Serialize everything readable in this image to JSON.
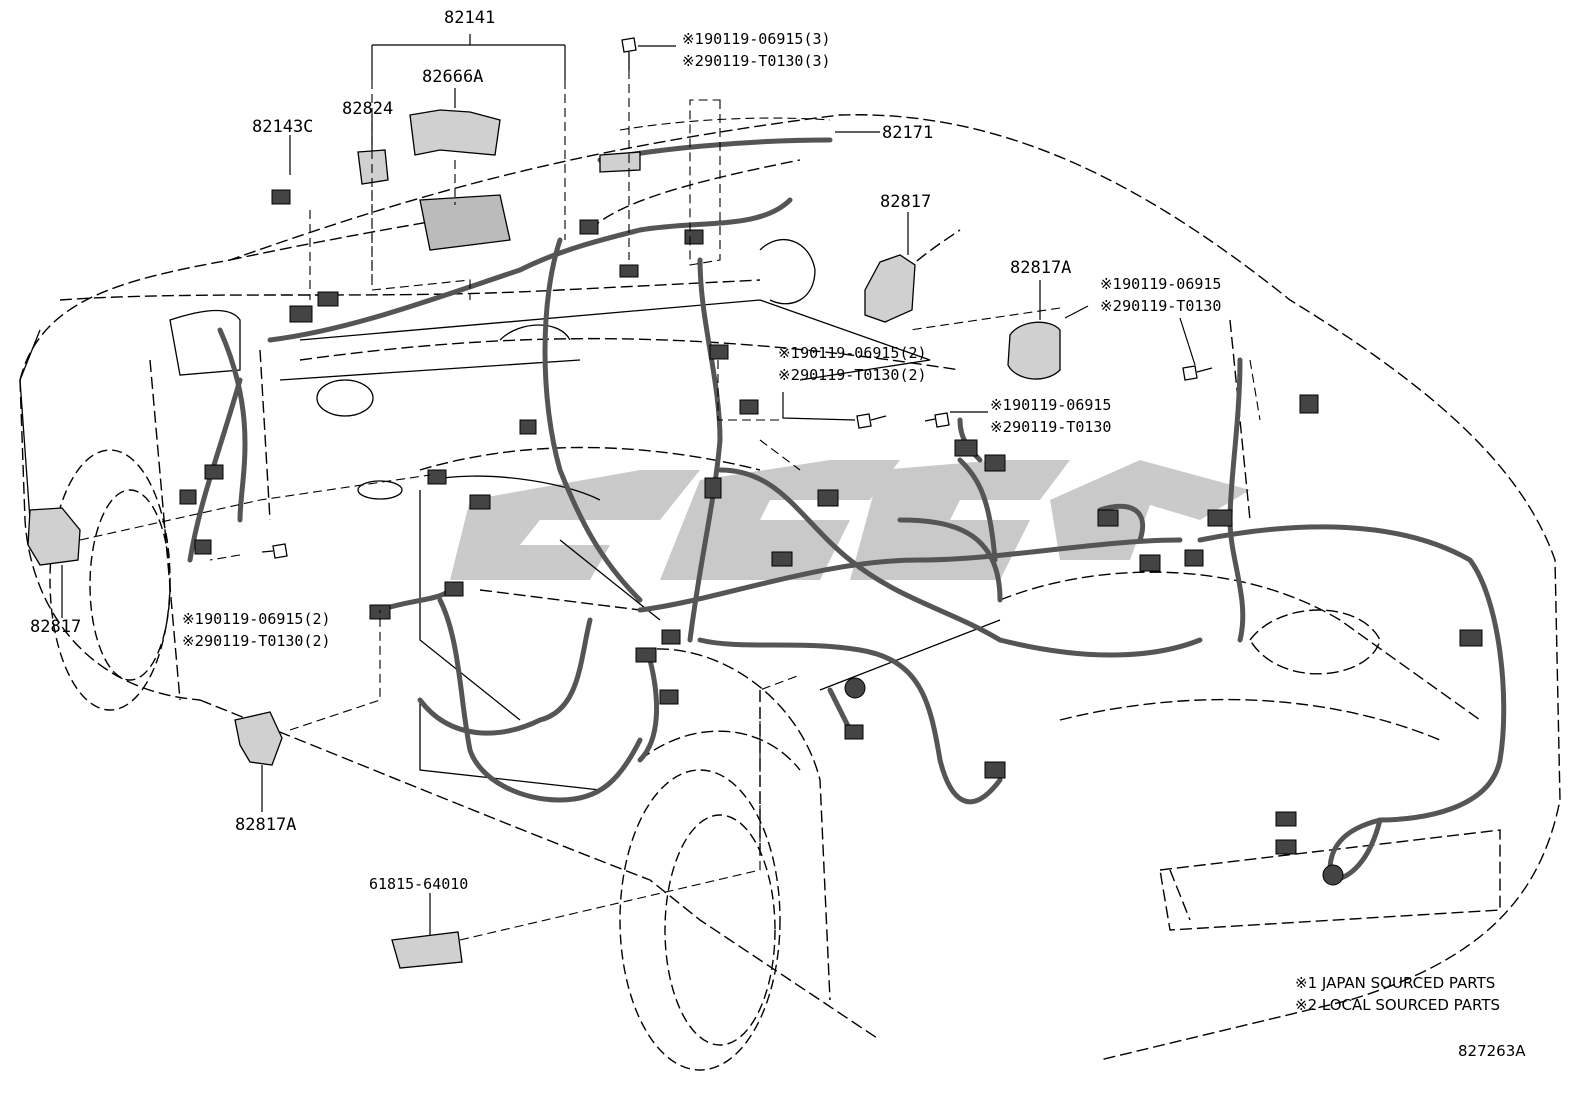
{
  "mark1": "※1",
  "mark2": "※2",
  "parts": {
    "p82141": "82141",
    "p82666A": "82666A",
    "p82824": "82824",
    "p82143C": "82143C",
    "p82171": "82171",
    "p82817_right": "82817",
    "p82817A_right": "82817A",
    "p82817_left": "82817",
    "p82817A_left": "82817A",
    "p61815": "61815-64010"
  },
  "bolts": {
    "top": {
      "jp": "90119-06915(3)",
      "local": "90119-T0130(3)"
    },
    "right_upper": {
      "jp": "90119-06915",
      "local": "90119-T0130"
    },
    "center": {
      "jp": "90119-06915(2)",
      "local": "90119-T0130(2)"
    },
    "right_mid": {
      "jp": "90119-06915",
      "local": "90119-T0130"
    },
    "left_low": {
      "jp": "90119-06915(2)",
      "local": "90119-T0130(2)"
    }
  },
  "legend": {
    "l1": "JAPAN SOURCED PARTS",
    "l2": "LOCAL SOURCED PARTS"
  },
  "diagram_id": "827263A"
}
